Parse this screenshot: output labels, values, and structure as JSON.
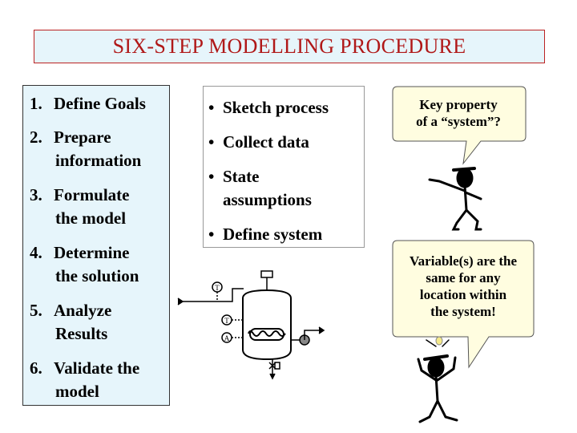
{
  "title": "SIX-STEP MODELLING PROCEDURE",
  "steps": [
    {
      "num": "1.",
      "lines": [
        "Define Goals"
      ]
    },
    {
      "num": "2.",
      "lines": [
        "Prepare",
        "information"
      ]
    },
    {
      "num": "3.",
      "lines": [
        "Formulate",
        "the model"
      ]
    },
    {
      "num": "4.",
      "lines": [
        "Determine",
        "the solution"
      ]
    },
    {
      "num": "5.",
      "lines": [
        "Analyze",
        "Results"
      ]
    },
    {
      "num": "6.",
      "lines": [
        "Validate the",
        "model"
      ]
    }
  ],
  "bullets": [
    {
      "lines": [
        "Sketch process"
      ]
    },
    {
      "lines": [
        "Collect data"
      ]
    },
    {
      "lines": [
        "State",
        "assumptions"
      ]
    },
    {
      "lines": [
        "Define system"
      ]
    }
  ],
  "bullet_symbol": "•",
  "bubble_top": [
    "Key property",
    "of a “system”?"
  ],
  "bubble_bottom": [
    "Variable(s) are the",
    "same for any",
    "location within",
    "the system!"
  ],
  "instrument_labels": {
    "top": "T",
    "mid_t": "T",
    "mid_a": "A"
  },
  "colors": {
    "title": "#b01818",
    "panel_bg": "#e6f5fb",
    "bubble_bg": "#fffde0"
  }
}
